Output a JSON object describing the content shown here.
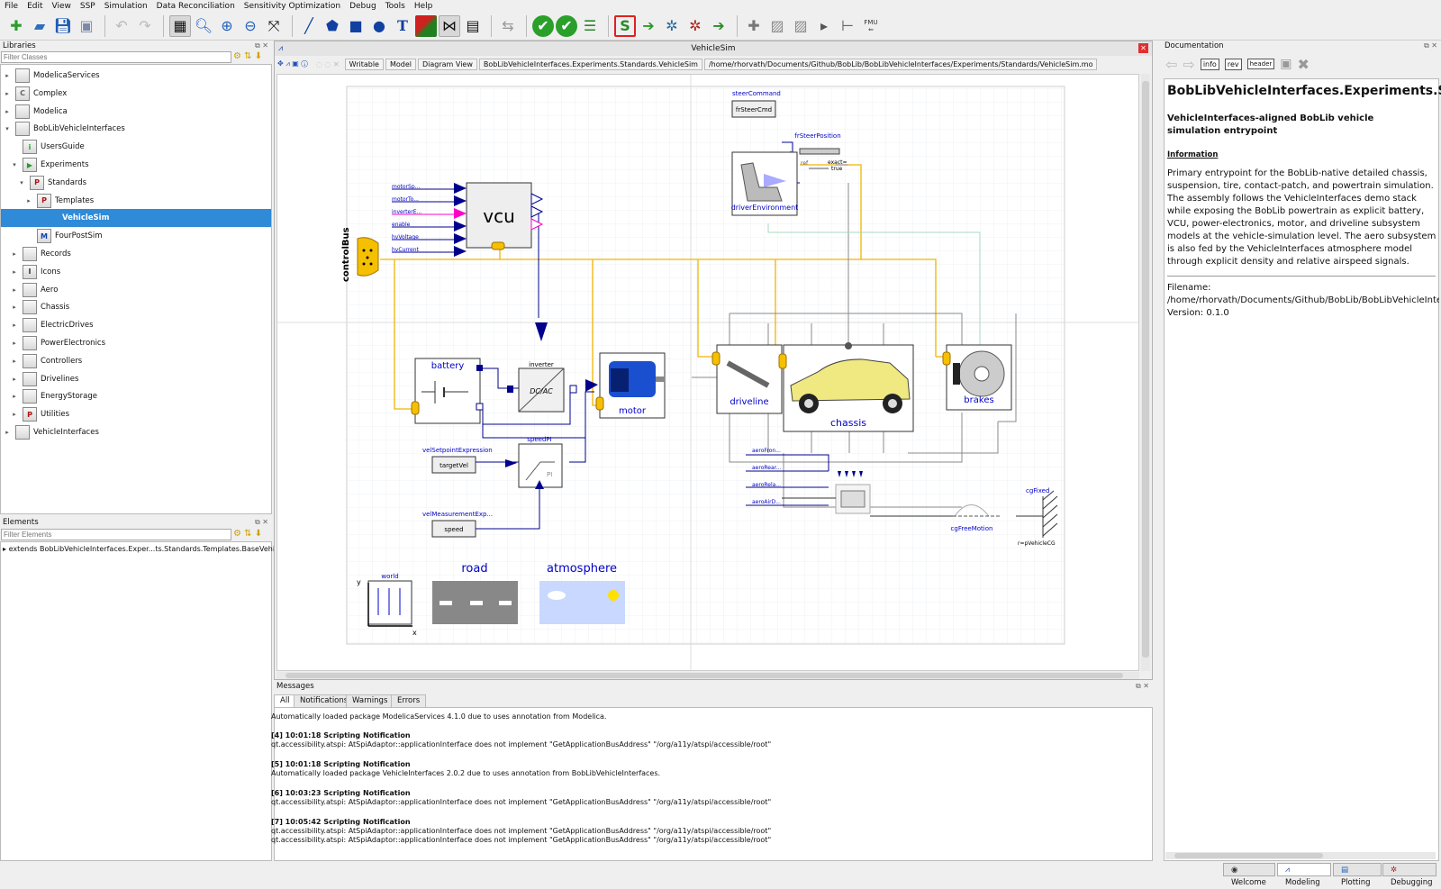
{
  "menu": [
    "File",
    "Edit",
    "View",
    "SSP",
    "Simulation",
    "Data Reconciliation",
    "Sensitivity Optimization",
    "Debug",
    "Tools",
    "Help"
  ],
  "libraries": {
    "title": "Libraries",
    "filter_placeholder": "Filter Classes",
    "items": [
      {
        "label": "ModelicaServices",
        "level": 0,
        "exp": "▸"
      },
      {
        "label": "Complex",
        "level": 0,
        "exp": "▸",
        "icon": "C"
      },
      {
        "label": "Modelica",
        "level": 0,
        "exp": "▸"
      },
      {
        "label": "BobLibVehicleInterfaces",
        "level": 0,
        "exp": "▾"
      },
      {
        "label": "UsersGuide",
        "level": 1,
        "exp": "",
        "icon": "i"
      },
      {
        "label": "Experiments",
        "level": 1,
        "exp": "▾",
        "icon": "▶"
      },
      {
        "label": "Standards",
        "level": 2,
        "exp": "▾",
        "icon": "P"
      },
      {
        "label": "Templates",
        "level": 3,
        "exp": "▸",
        "icon": "P"
      },
      {
        "label": "VehicleSim",
        "level": 4,
        "exp": "",
        "icon": ""
      },
      {
        "label": "FourPostSim",
        "level": 3,
        "exp": "",
        "icon": "M"
      },
      {
        "label": "Records",
        "level": 1,
        "exp": "▸"
      },
      {
        "label": "Icons",
        "level": 1,
        "exp": "▸",
        "icon": "I"
      },
      {
        "label": "Aero",
        "level": 1,
        "exp": "▸"
      },
      {
        "label": "Chassis",
        "level": 1,
        "exp": "▸"
      },
      {
        "label": "ElectricDrives",
        "level": 1,
        "exp": "▸"
      },
      {
        "label": "PowerElectronics",
        "level": 1,
        "exp": "▸"
      },
      {
        "label": "Controllers",
        "level": 1,
        "exp": "▸"
      },
      {
        "label": "Drivelines",
        "level": 1,
        "exp": "▸"
      },
      {
        "label": "EnergyStorage",
        "level": 1,
        "exp": "▸"
      },
      {
        "label": "Utilities",
        "level": 1,
        "exp": "▸",
        "icon": "P"
      },
      {
        "label": "VehicleInterfaces",
        "level": 0,
        "exp": "▸"
      }
    ]
  },
  "elements": {
    "title": "Elements",
    "filter_placeholder": "Filter Elements",
    "item": "extends BobLibVehicleInterfaces.Exper...ts.Standards.Templates.BaseVehicleSim"
  },
  "editor": {
    "title": "VehicleSim",
    "tags": [
      "Writable",
      "Model",
      "Diagram View",
      "BobLibVehicleInterfaces.Experiments.Standards.VehicleSim",
      "/home/rhorvath/Documents/Github/BobLib/BobLibVehicleInterfaces/Experiments/Standards/VehicleSim.mo"
    ]
  },
  "diagram": {
    "labels": {
      "vcu": "vcu",
      "controlBus": "controlBus",
      "battery": "battery",
      "inverter": "inverter",
      "dcac": "DC/AC",
      "motor": "motor",
      "driveline": "driveline",
      "chassis": "chassis",
      "brakes": "brakes",
      "steerCommand": "steerCommand",
      "frSteerCmd": "frSteerCmd",
      "frSteerPosition": "frSteerPosition",
      "exact": "exact=",
      "true": "true",
      "driverEnvironment": "driverEnvironment",
      "velSetpointExpression": "velSetpointExpression",
      "targetVel": "targetVel",
      "speedPI": "speedPI",
      "pi": "PI",
      "velMeasurementExp": "velMeasurementExp...",
      "speed": "speed",
      "world": "world",
      "road": "road",
      "atmosphere": "atmosphere",
      "cgFixed": "cgFixed",
      "cgFreeMotion": "cgFreeMotion",
      "rVehicleCG": "r=pVehicleCG",
      "y": "y",
      "x": "x",
      "ref": "ref"
    },
    "vcu_inputs": [
      "motorSp...",
      "motorTo...",
      "inverterE...",
      "enable",
      "hvVoltage",
      "hvCurrent"
    ],
    "aero_inputs": [
      "aeroFron...",
      "aeroRear...",
      "aeroRela...",
      "aeroAirD..."
    ]
  },
  "messages": {
    "title": "Messages",
    "tabs": [
      "All",
      "Notifications",
      "Warnings",
      "Errors"
    ],
    "lines": [
      {
        "t": "Automatically loaded package ModelicaServices 4.1.0 due to uses annotation from Modelica.",
        "b": false
      },
      {
        "t": "[4] 10:01:18 Scripting Notification",
        "b": true
      },
      {
        "t": "qt.accessibility.atspi: AtSpiAdaptor::applicationInterface does not implement \"GetApplicationBusAddress\" \"/org/a11y/atspi/accessible/root\"",
        "b": false
      },
      {
        "t": "[5] 10:01:18 Scripting Notification",
        "b": true
      },
      {
        "t": "Automatically loaded package VehicleInterfaces 2.0.2 due to uses annotation from BobLibVehicleInterfaces.",
        "b": false
      },
      {
        "t": "[6] 10:03:23 Scripting Notification",
        "b": true
      },
      {
        "t": "qt.accessibility.atspi: AtSpiAdaptor::applicationInterface does not implement \"GetApplicationBusAddress\" \"/org/a11y/atspi/accessible/root\"",
        "b": false
      },
      {
        "t": "[7] 10:05:42 Scripting Notification",
        "b": true
      },
      {
        "t": "qt.accessibility.atspi: AtSpiAdaptor::applicationInterface does not implement \"GetApplicationBusAddress\" \"/org/a11y/atspi/accessible/root\"",
        "b": false
      },
      {
        "t": "qt.accessibility.atspi: AtSpiAdaptor::applicationInterface does not implement \"GetApplicationBusAddress\" \"/org/a11y/atspi/accessible/root\"",
        "b": false
      }
    ]
  },
  "documentation": {
    "title": "Documentation",
    "buttons": [
      "info",
      "rev",
      "header"
    ],
    "heading": "BobLibVehicleInterfaces.Experiments.Sta",
    "subheading": "VehicleInterfaces-aligned BobLib vehicle simulation entrypoint",
    "section": "Information",
    "body": "Primary entrypoint for the BobLib-native detailed chassis, suspension, tire, contact-patch, and powertrain simulation. The assembly follows the VehicleInterfaces demo stack while exposing the BobLib powertrain as explicit battery, VCU, power-electronics, motor, and driveline subsystem models at the vehicle-simulation level. The aero subsystem is also fed by the VehicleInterfaces atmosphere model through explicit density and relative airspeed signals.",
    "filename_label": "Filename:",
    "filename": "/home/rhorvath/Documents/Github/BobLib/BobLibVehicleInterf",
    "version": "Version: 0.1.0"
  },
  "perspectives": [
    "Welcome",
    "Modeling",
    "Plotting",
    "Debugging"
  ],
  "fmu": "FMU",
  "colors": {
    "accent": "#2f8ad8",
    "diagram_blue": "#0000c8",
    "bus_yellow": "#f5c000",
    "bus_line": "#f0b400",
    "red_box": "#e02020"
  }
}
